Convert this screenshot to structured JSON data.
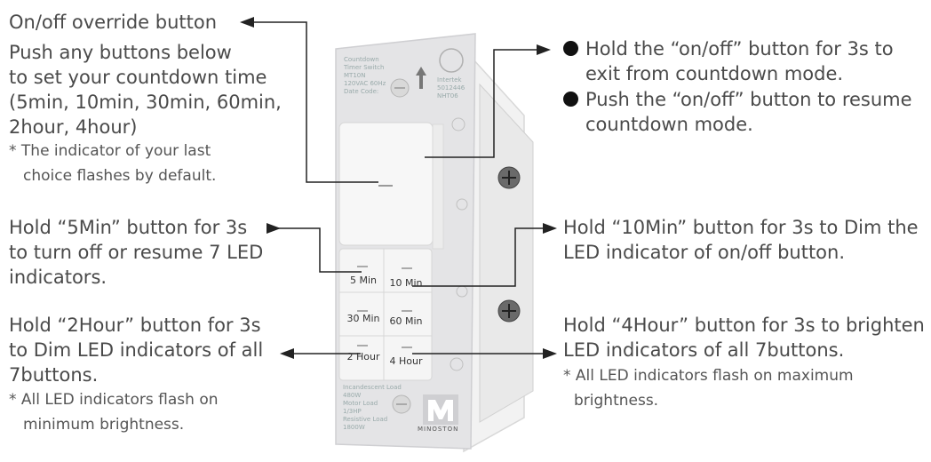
{
  "left_annotations": {
    "override_title": "On/off override button",
    "countdown_lines": [
      "Push any buttons below",
      "to set your countdown time",
      "(5min, 10min, 30min, 60min,",
      "2hour, 4hour)"
    ],
    "countdown_note": [
      "* The indicator of your last",
      "choice flashes by default."
    ],
    "five_min_lines": [
      "Hold “5Min” button for 3s",
      "to turn off or resume 7 LED",
      "indicators."
    ],
    "two_hour_lines": [
      "Hold “2Hour” button for 3s",
      "to Dim LED indicators of all",
      "7buttons."
    ],
    "two_hour_note": [
      "* All LED indicators flash on",
      "minimum brightness."
    ]
  },
  "right_annotations": {
    "bullet_1": [
      "Hold the “on/off” button for 3s to",
      "exit from countdown mode."
    ],
    "bullet_2": [
      "Push the “on/off” button to resume",
      "countdown mode."
    ],
    "ten_min_lines": [
      "Hold “10Min” button for 3s to Dim the",
      "LED indicator of on/off button."
    ],
    "four_hour_lines": [
      "Hold “4Hour” button for 3s to brighten",
      "LED indicators of all 7buttons."
    ],
    "four_hour_note": [
      "* All LED indicators flash on maximum",
      "brightness."
    ]
  },
  "device": {
    "top_label_lines": [
      "Countdown",
      "Timer Switch",
      "MT10N",
      "120VAC 60Hz",
      "Date Code:"
    ],
    "cert_lines": [
      "Intertek",
      "5012446",
      "NHT06"
    ],
    "bottom_label_lines": [
      "Incandescent Load",
      "480W",
      "Motor Load",
      "1/3HP",
      "Resistive Load",
      "1800W"
    ],
    "buttons": [
      "5 Min",
      "10 Min",
      "30 Min",
      "60 Min",
      "2 Hour",
      "4 Hour"
    ],
    "logo_letter": "M",
    "brand": "MINOSTON"
  }
}
